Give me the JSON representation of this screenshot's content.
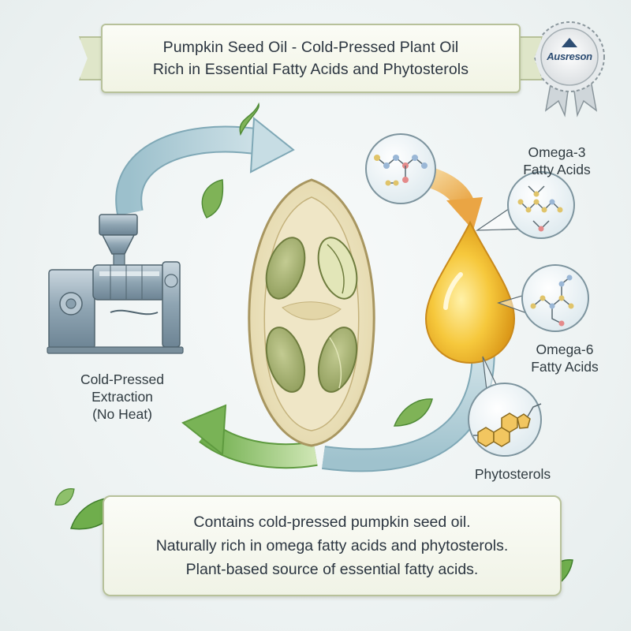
{
  "title": {
    "line1": "Pumpkin Seed Oil - Cold-Pressed Plant Oil",
    "line2": "Rich in Essential Fatty Acids and Phytosterols"
  },
  "brand": {
    "name": "Ausreson"
  },
  "labels": {
    "extraction": [
      "Cold-Pressed",
      "Extraction",
      "(No Heat)"
    ],
    "omega3": [
      "Omega-3",
      "Fatty Acids"
    ],
    "omega6": [
      "Omega-6",
      "Fatty Acids"
    ],
    "phytosterols": "Phytosterols"
  },
  "info_box": {
    "line1": "Contains cold-pressed pumpkin seed oil.",
    "line2": "Naturally rich in omega fatty acids and phytosterols.",
    "line3": "Plant-based source of essential fatty acids."
  },
  "colors": {
    "cycle_arrow_blue": "#a9c8d2",
    "cycle_arrow_green": "#8fbf6a",
    "oil_orange": "#f0b430",
    "seed_cream": "#ebe2bf",
    "kernel_green": "#9aa86a",
    "machine_steel": "#8aa0ae"
  }
}
